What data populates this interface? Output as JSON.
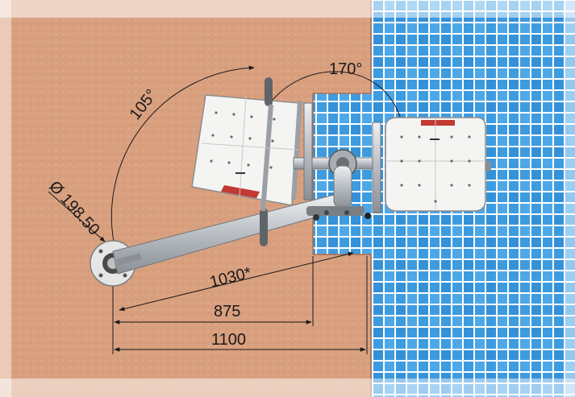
{
  "diagram": {
    "angle_lift_label": "105°",
    "angle_pivot_label": "170°",
    "diameter_label": "Ø 198.50",
    "arm_length_label": "1030*",
    "dim_mid_label": "875",
    "dim_total_label": "1100"
  },
  "colors": {
    "deck": "#d9a07f",
    "pool": "#3f9fe0",
    "steel": "#c9cdd2",
    "seat": "#f4f4f2",
    "dimension": "#1a1a1a"
  }
}
